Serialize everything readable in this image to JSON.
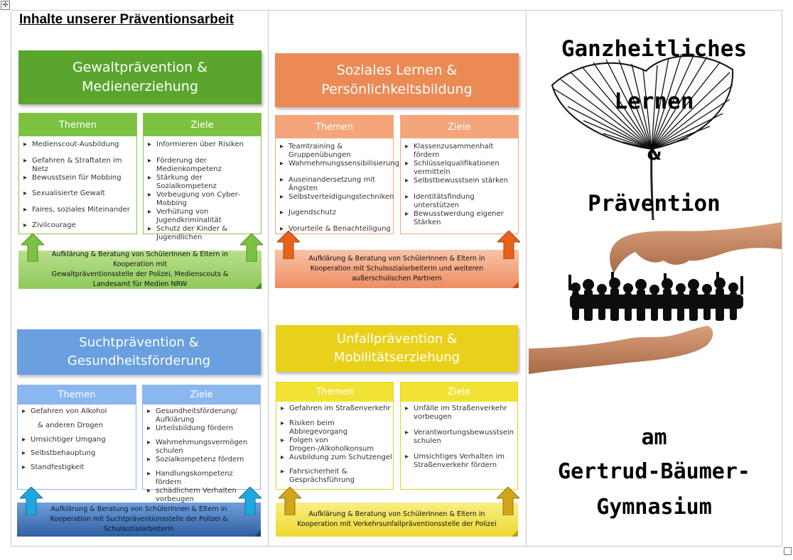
{
  "page": {
    "heading": "Inhalte unserer Präventionsarbeit"
  },
  "colors": {
    "green": "#5aa52e",
    "green_light": "#7cc142",
    "orange": "#ec8a55",
    "orange_light": "#f4a57a",
    "orange_arrow": "#e8621d",
    "blue": "#6a9fe0",
    "blue_light": "#8bb7f0",
    "blue_arrow": "#1ea8df",
    "blue_dark": "#2e5e9e",
    "yellow": "#e9d11b",
    "yellow_light": "#f2e234",
    "yellow_arrow": "#d3a61a"
  },
  "panels": [
    {
      "id": "gewalt",
      "title_line1": "Gewaltprävention &",
      "title_line2": "Medienerziehung",
      "themen_label": "Themen",
      "themen": [
        "Medienscout-Ausbildung",
        "Gefahren & Straftaten im Netz",
        "Bewusstsein für Mobbing",
        "Sexualisierte Gewalt",
        "Faires, soziales Miteinander",
        "Zivilcourage"
      ],
      "ziele_label": "Ziele",
      "ziele": [
        "Informieren über Risiken",
        "Förderung der Medienkompetenz",
        "Stärkung der Sozialkompetenz",
        "Vorbeugung von Cyber-Mobbing",
        "Verhütung von Jugendkriminalität",
        "Schutz der Kinder & Jugendlichen"
      ],
      "bar_line1": "Aufklärung & Beratung von SchülerInnen & Eltern in Kooperation mit",
      "bar_line2": "Gewaltpräventionsstelle der Polizei, Medienscouts & Landesamt für Medien NRW"
    },
    {
      "id": "sozial",
      "title_line1": "Soziales Lernen &",
      "title_line2": "Persönlichkeitsbildung",
      "themen_label": "Themen",
      "themen": [
        "Teamtraining & Gruppenübungen",
        "Wahrnehmungssensibilisierung",
        "Auseinandersetzung mit Ängsten",
        "Selbstverteidigungstechniken",
        "Jugendschutz",
        "Vorurteile & Benachteiligung"
      ],
      "ziele_label": "Ziele",
      "ziele": [
        "Klassenzusammenhalt fördern",
        "Schlüsselqualifikationen vermitteln",
        "Selbstbewusstsein stärken",
        "Identitätsfindung unterstützen",
        "Bewusstwerdung eigener Stärken"
      ],
      "bar_line1": "Aufklärung & Beratung von SchülerInnen & Eltern in",
      "bar_line2": "Kooperation mit Schulsozialarbeiterin und weiteren außerschulischen Partnern"
    },
    {
      "id": "sucht",
      "title_line1": "Suchtprävention &",
      "title_line2": "Gesundheitsförderung",
      "themen_label": "Themen",
      "themen": [
        "Gefahren von Alkohol",
        "& anderen Drogen",
        "Umsichtiger Umgang",
        "Selbstbehauptung",
        "Standfestigkeit"
      ],
      "ziele_label": "Ziele",
      "ziele": [
        "Gesundheitsförderung/ Aufklärung",
        "Urteilsbildung fördern",
        "Wahrnehmungsvermögen schulen",
        "Sozialkompetenz fördern",
        "Handlungskompetenz fördern",
        "schädlichem Verhalten vorbeugen"
      ],
      "bar_line1": "Aufklärung & Beratung von SchülerInnen & Eltern in",
      "bar_line2": "Kooperation mit Suchtpräventionsstelle der Polizei & Schulsozialarbeiterin"
    },
    {
      "id": "unfall",
      "title_line1": "Unfallprävention &",
      "title_line2": "Mobilitätserziehung",
      "themen_label": "Themen",
      "themen": [
        "Gefahren im Straßenverkehr",
        "Risiken beim Abbiegevorgang",
        "Folgen von Drogen-/Alkoholkonsum",
        "Ausbildung zum Schutzengel",
        "Fahrsicherheit & Gesprächsführung"
      ],
      "ziele_label": "Ziele",
      "ziele": [
        "Unfälle im Straßenverkehr vorbeugen",
        "Verantwortungsbewusstsein schulen",
        "Umsichtiges Verhalten im Straßenverkehr fördern"
      ],
      "bar_line1": "Aufklärung & Beratung von SchülerInnen & Eltern in",
      "bar_line2": "Kooperation mit Verkehrsunfallpräventionsstelle der Polizei"
    }
  ],
  "cover": {
    "line1": "Ganzheitliches",
    "line2": "Lernen",
    "line3": "&",
    "line4": "Prävention",
    "line5": "am",
    "line6": "Gertrud-Bäumer-",
    "line7": "Gymnasium"
  }
}
